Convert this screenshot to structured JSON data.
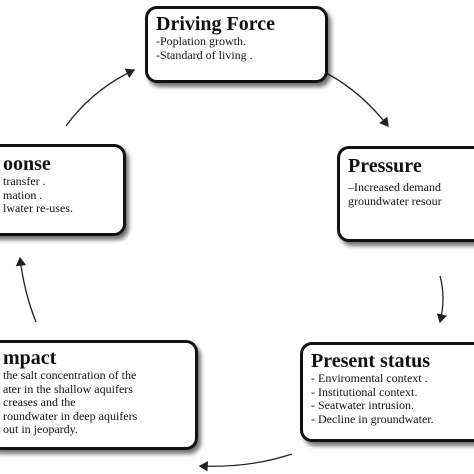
{
  "nodes": {
    "driving_force": {
      "title": "Driving Force",
      "items": [
        "-Poplation growth.",
        "-Standard of living ."
      ]
    },
    "pressure": {
      "title": "Pressure",
      "items": [
        "–Increased demand",
        "groundwater resour"
      ]
    },
    "present_status": {
      "title": "Present status",
      "items": [
        "- Enviromental context .",
        "- Institutional context.",
        "- Seatwater intrusion.",
        "- Decline in groundwater."
      ]
    },
    "impact": {
      "title": "mpact",
      "items": [
        "the salt concentration of the",
        "ater in the shallow aquifers",
        "creases and the",
        "roundwater in deep aquifers",
        "out in jeopardy."
      ]
    },
    "response": {
      "title": "oonse",
      "items": [
        "transfer .",
        "mation .",
        "lwater re-uses."
      ]
    }
  }
}
